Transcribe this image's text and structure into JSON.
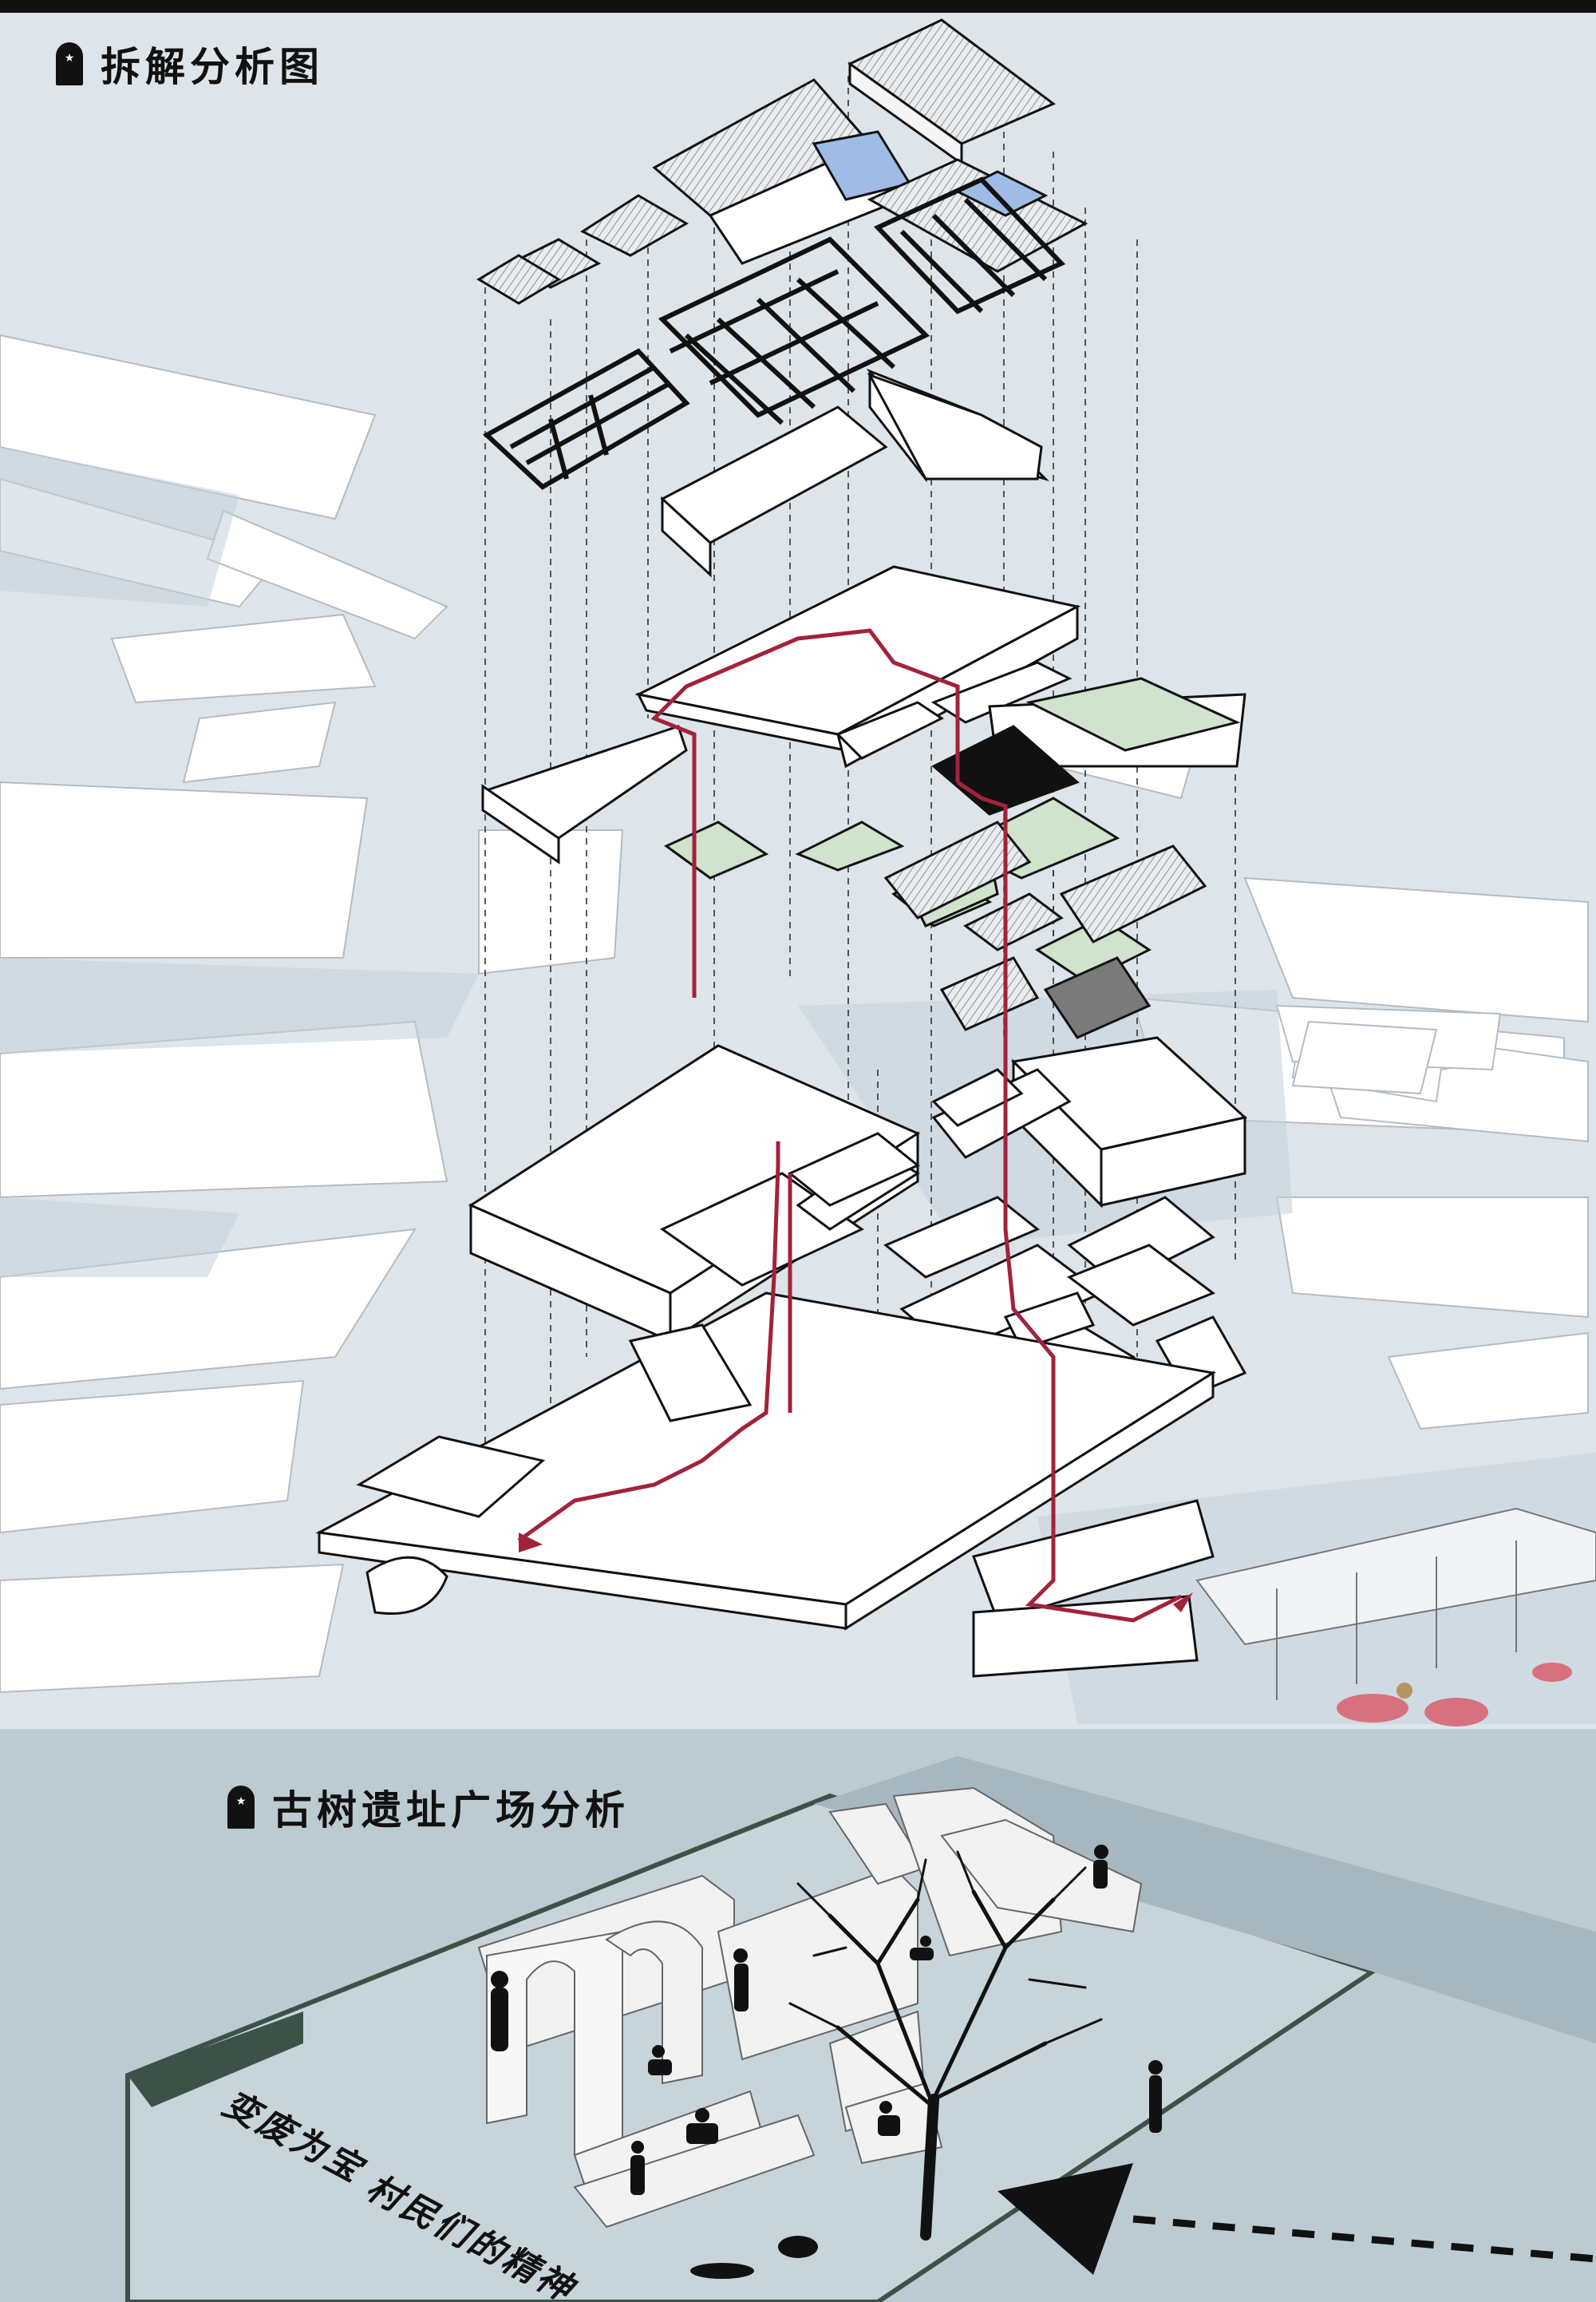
{
  "section_exploded": {
    "title": "拆解分析图",
    "icon": "arch-door-star-icon"
  },
  "section_plaza": {
    "title": "古树遗址广场分析",
    "icon": "arch-door-star-icon"
  },
  "slogan": {
    "line1": "变废为宝",
    "line2": "村民们的精神"
  },
  "colors": {
    "background_upper": "#dde5ea",
    "background_lower": "#bccbd2",
    "route_line": "#a3223b",
    "roof_blue": "#9fbce6",
    "green_roof": "#cfe3cd",
    "ink": "#111111"
  }
}
